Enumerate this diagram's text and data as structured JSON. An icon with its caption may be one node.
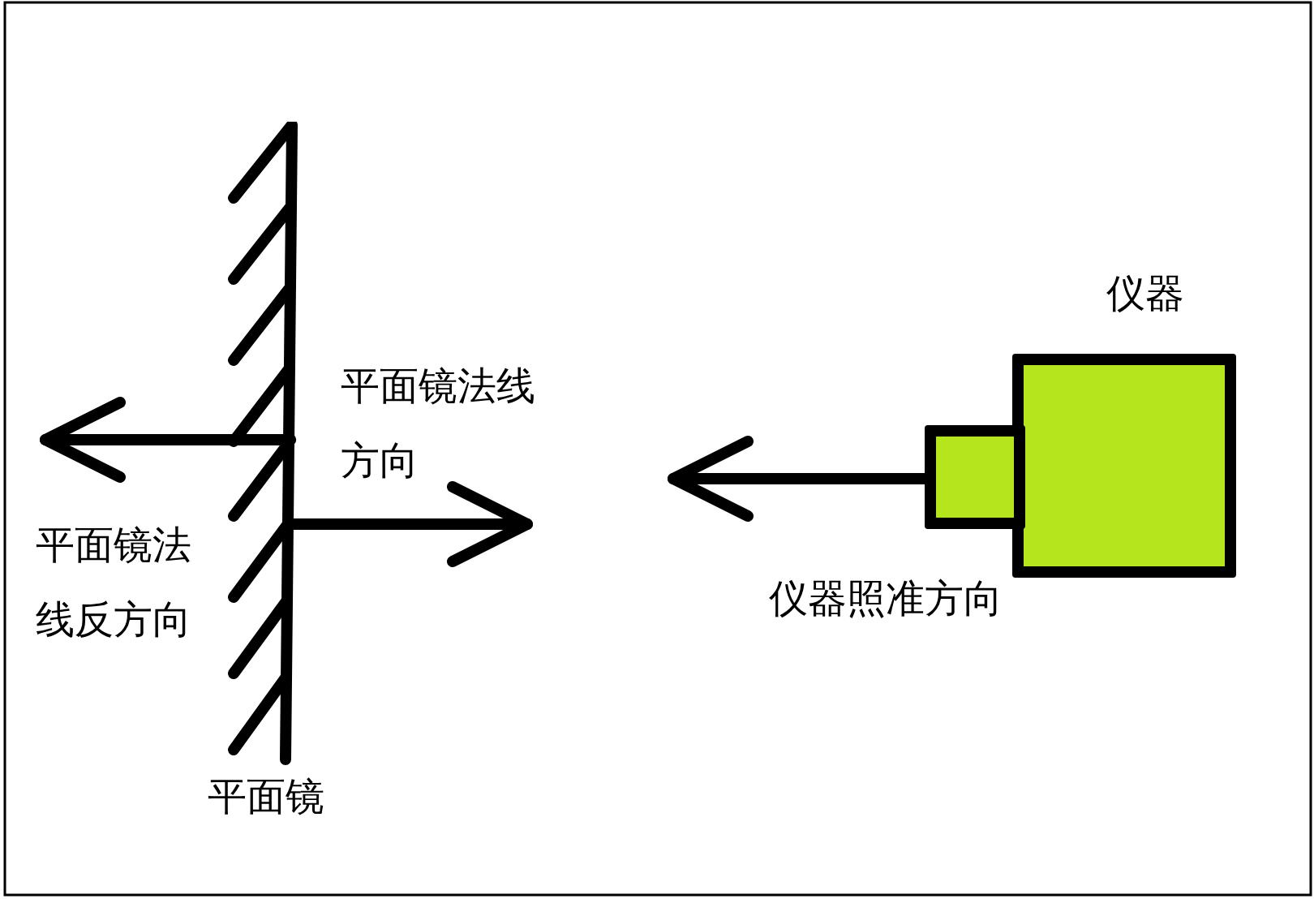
{
  "diagram": {
    "nodes": [
      {
        "text": [],
        "shape": "mirror",
        "beside": [
          "平面镜"
        ]
      },
      {
        "text": [
          "仪器"
        ]
      },
      {
        "text": [],
        "shape": "box"
      }
    ],
    "edges": [
      {
        "from": 0,
        "to": null,
        "arrow": "to",
        "label": "平面镜法线方向"
      },
      {
        "from": 0,
        "to": null,
        "arrow": "to",
        "label": "平面镜法线反方向"
      },
      {
        "from": 2,
        "to": null,
        "arrow": "to",
        "label": "仪器照准方向"
      }
    ]
  }
}
